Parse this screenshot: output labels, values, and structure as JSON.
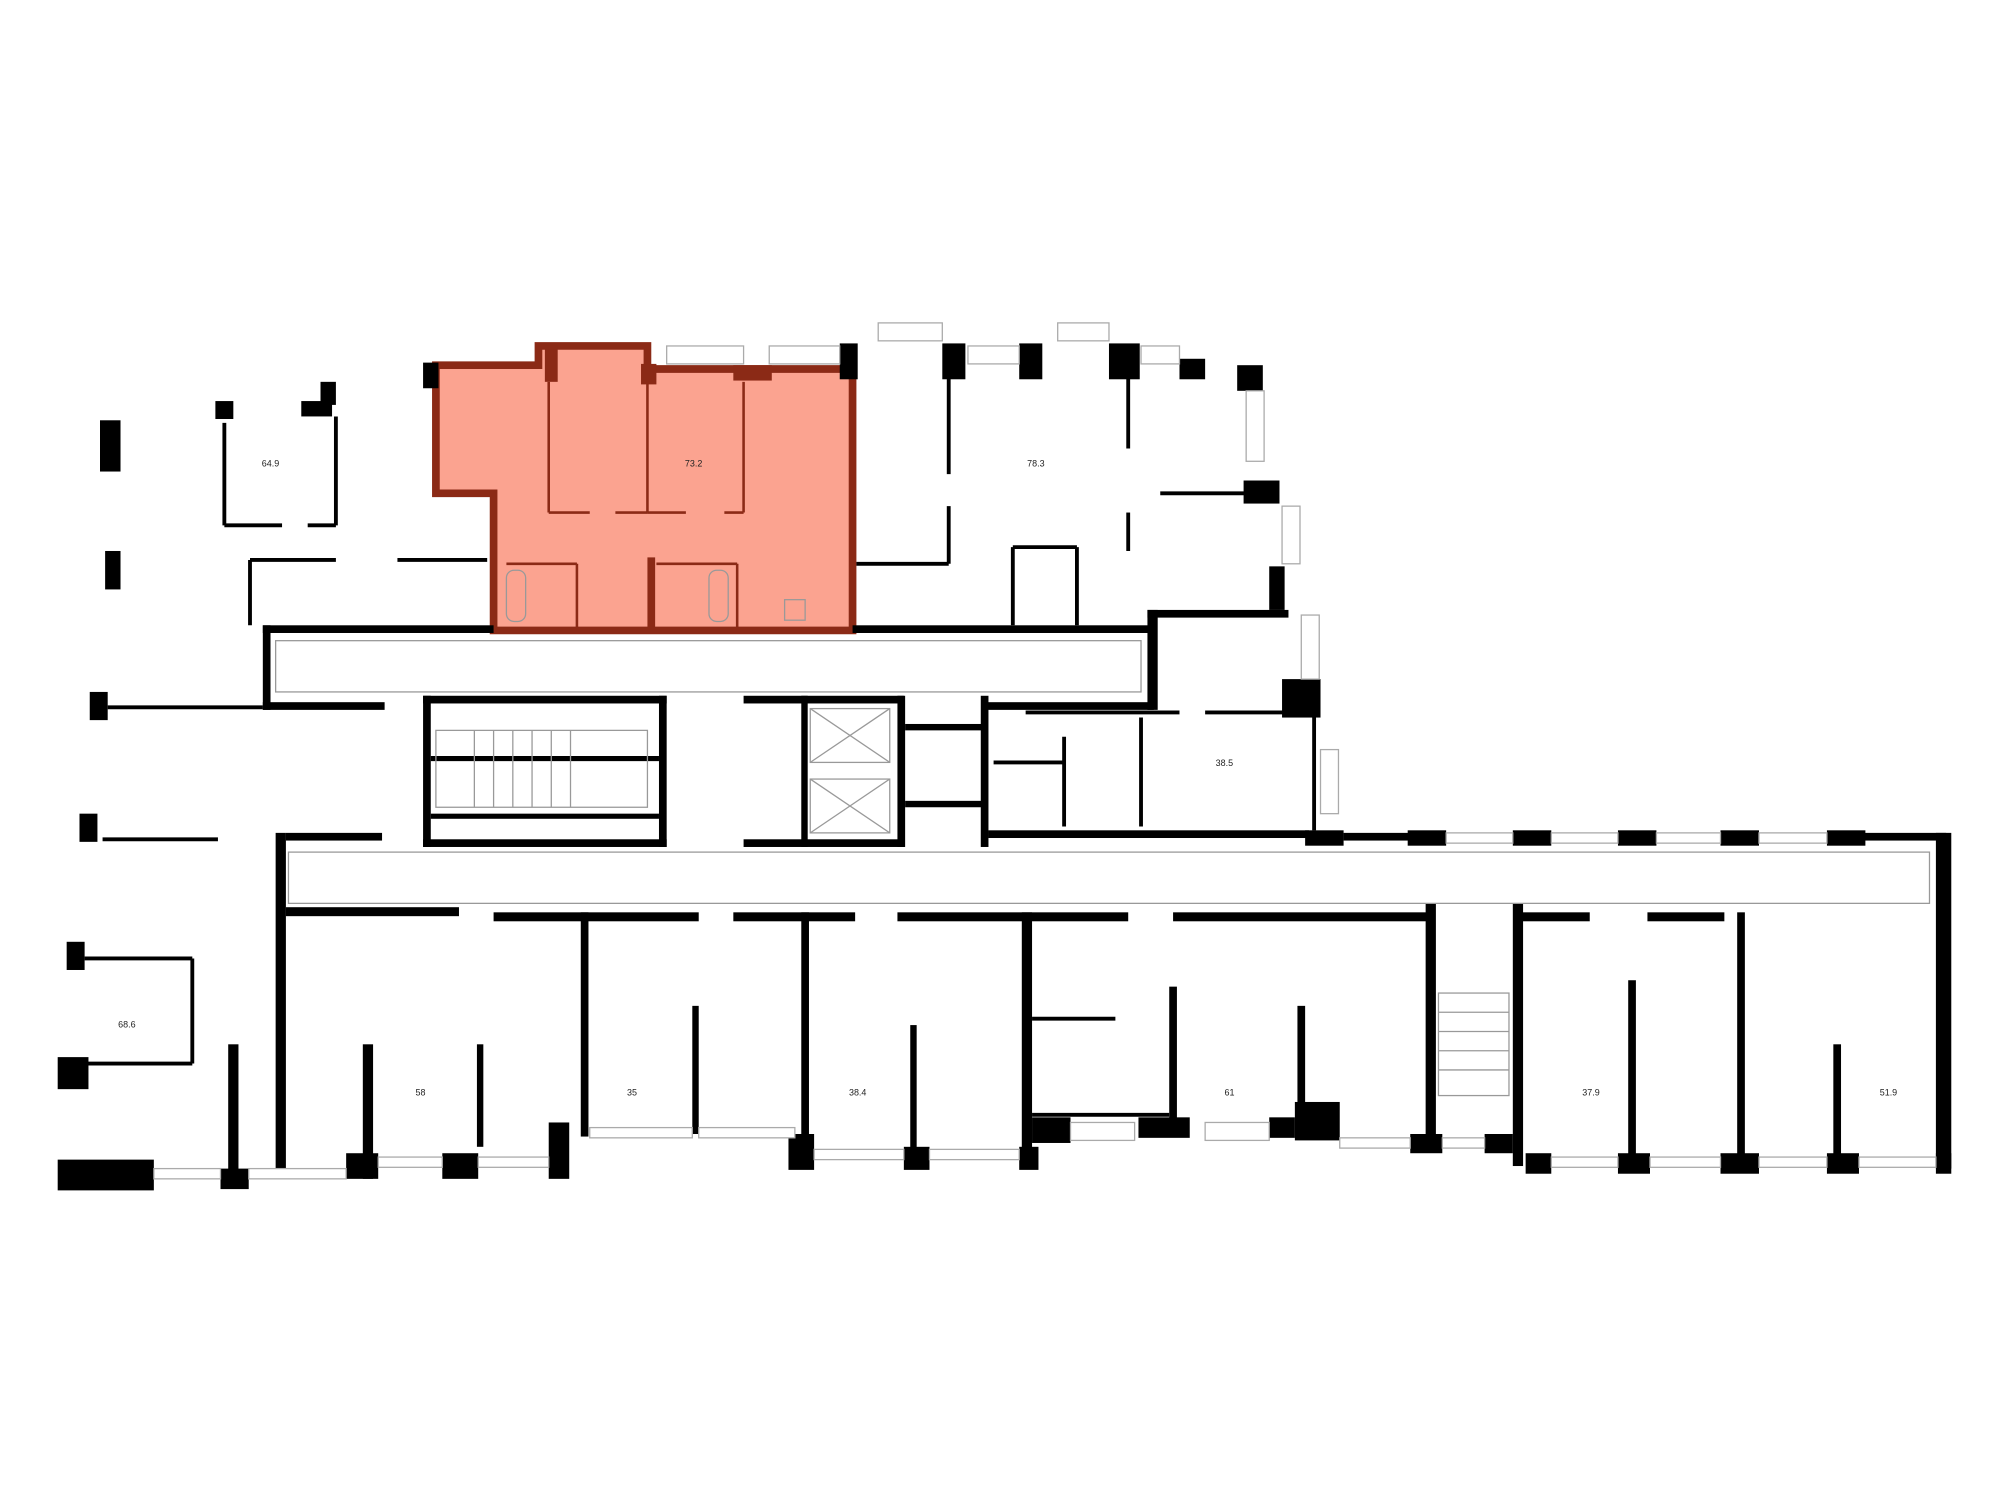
{
  "colors": {
    "highlight_fill": "#FBA390",
    "highlight_wall": "#8B2A16",
    "wall": "#000000",
    "background": "#FFFFFF"
  },
  "units": [
    {
      "id": "u1",
      "area": "64.9",
      "selected": false
    },
    {
      "id": "u2",
      "area": "73.2",
      "selected": true
    },
    {
      "id": "u3",
      "area": "78.3",
      "selected": false
    },
    {
      "id": "u4",
      "area": "38.5",
      "selected": false
    },
    {
      "id": "u5",
      "area": "68.6",
      "selected": false
    },
    {
      "id": "u6",
      "area": "58",
      "selected": false
    },
    {
      "id": "u7",
      "area": "35",
      "selected": false
    },
    {
      "id": "u8",
      "area": "38.4",
      "selected": false
    },
    {
      "id": "u9",
      "area": "61",
      "selected": false
    },
    {
      "id": "u10",
      "area": "37.9",
      "selected": false
    },
    {
      "id": "u11",
      "area": "51.9",
      "selected": false
    }
  ]
}
